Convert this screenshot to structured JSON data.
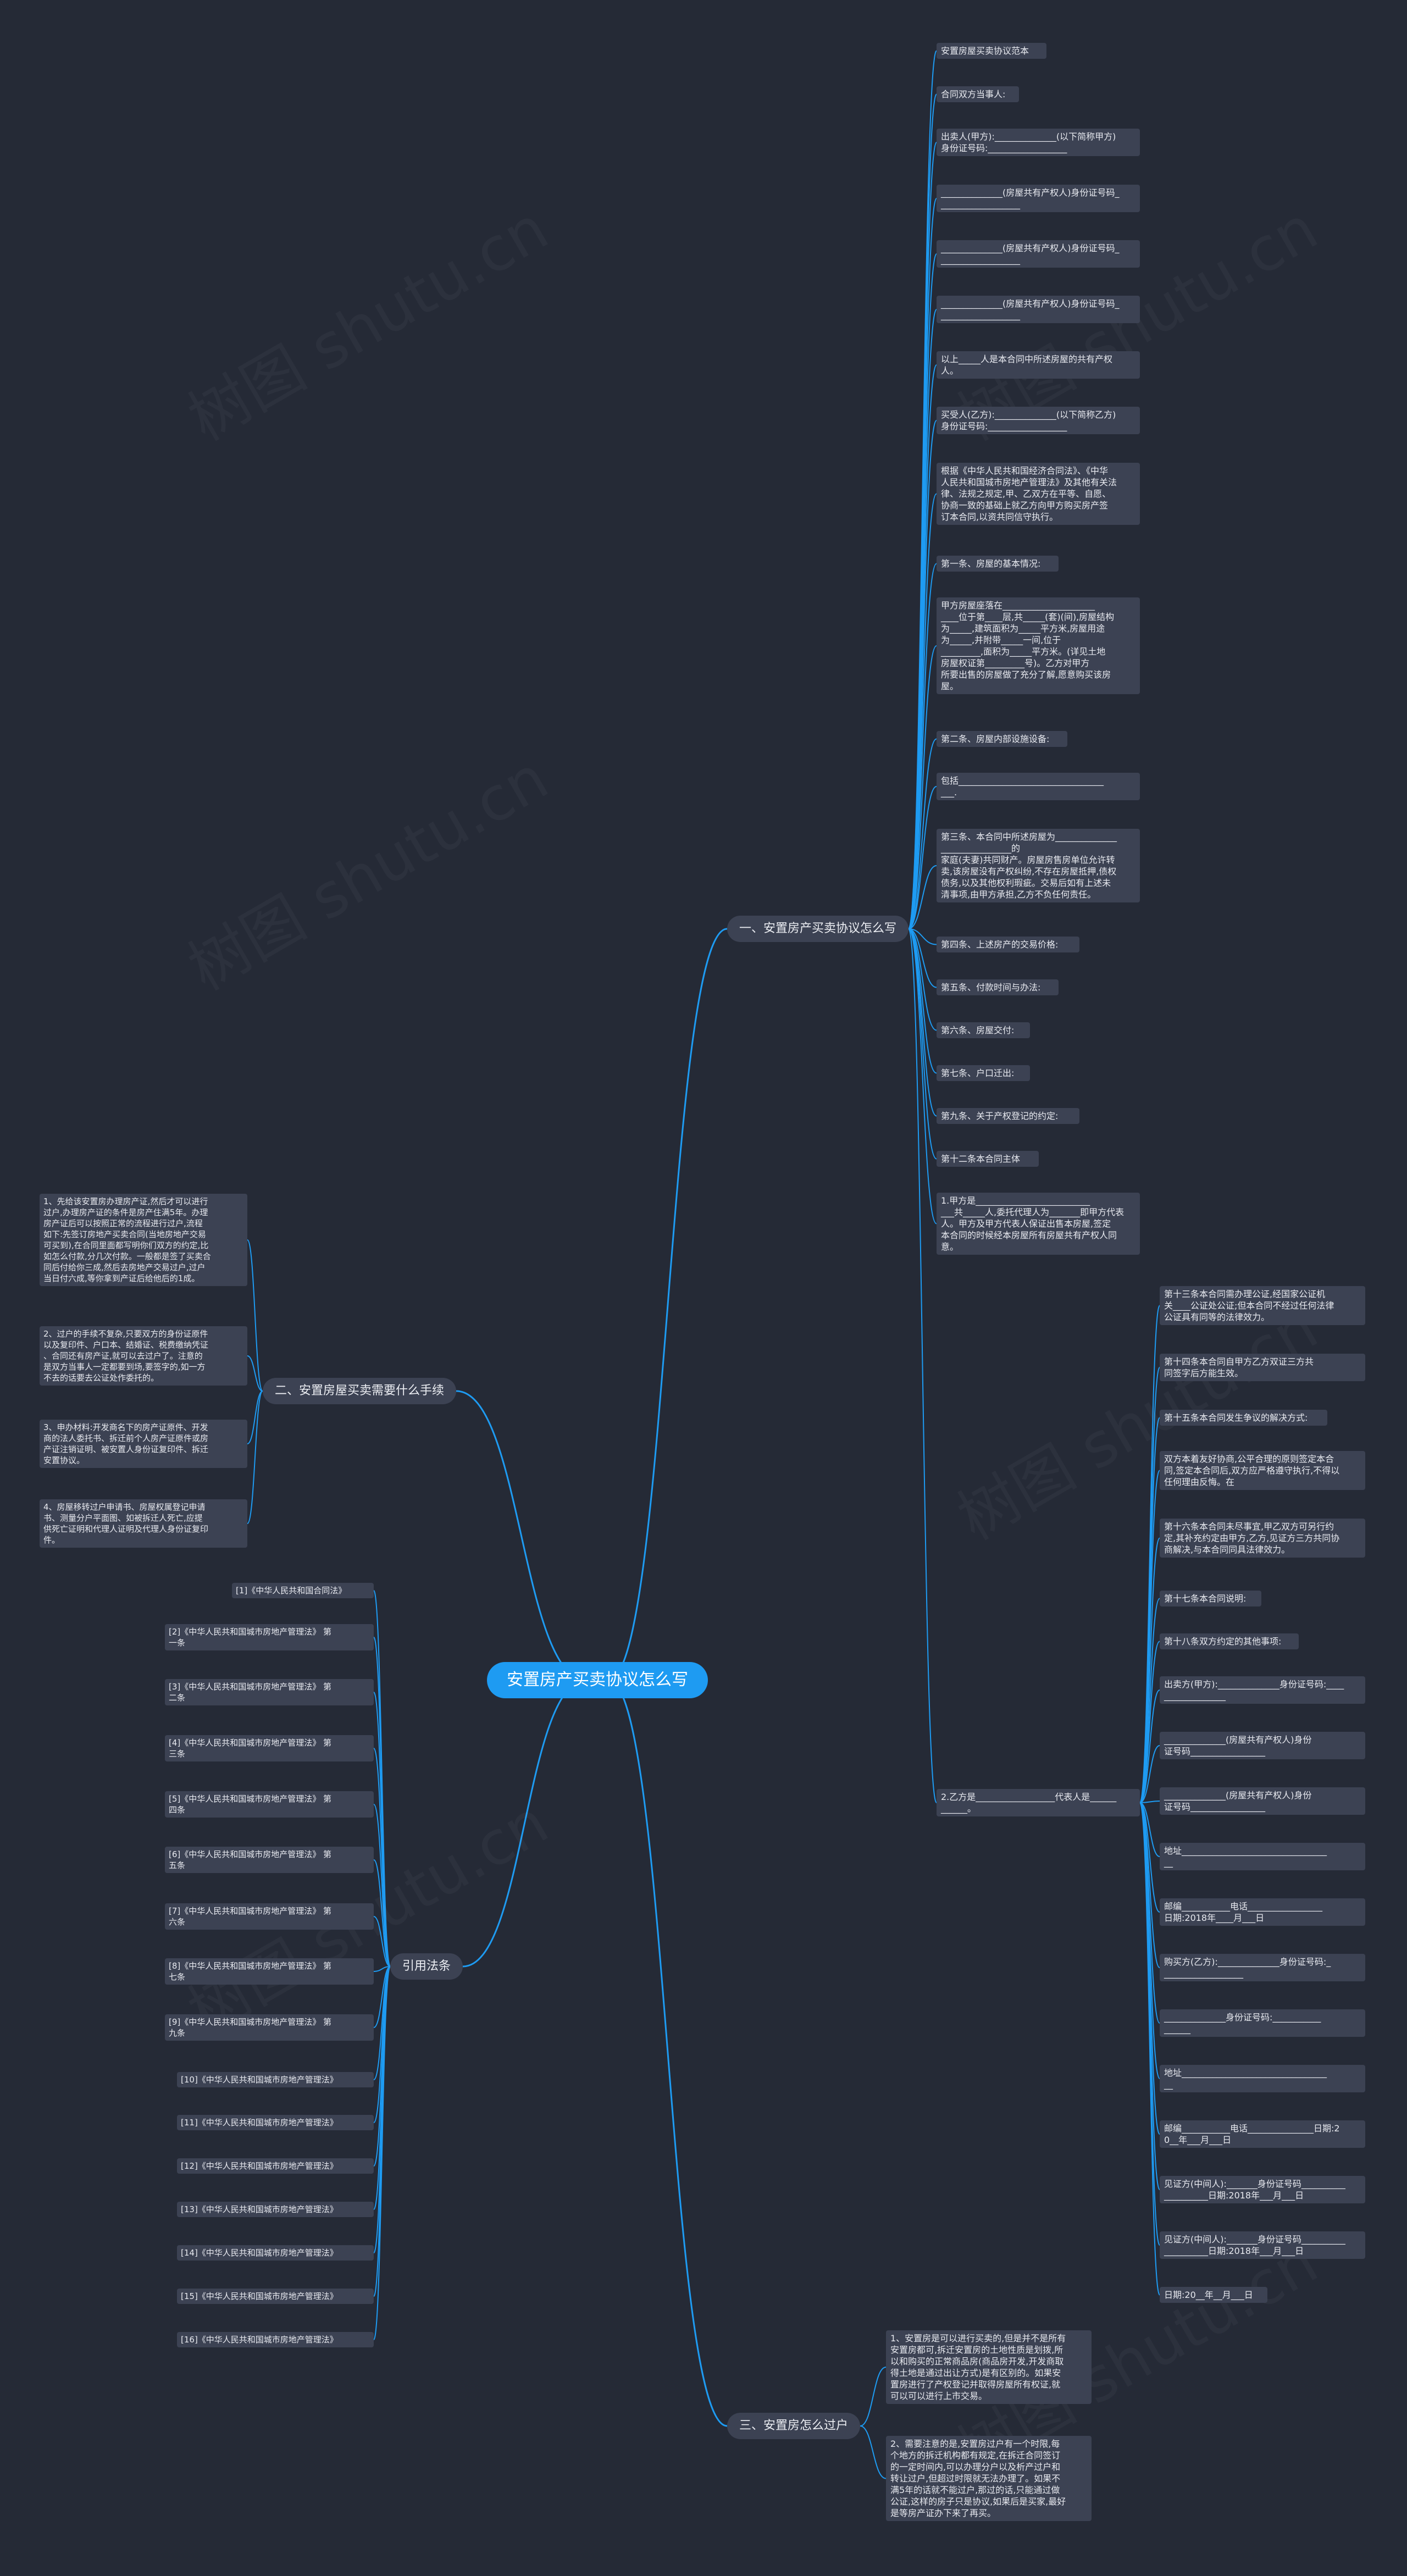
{
  "mindmap": {
    "root": "安置房产买卖协议怎么写",
    "branch1": {
      "label": "一、安置房产买卖协议怎么写",
      "items": [
        "安置房屋买卖协议范本",
        "合同双方当事人:",
        "出卖人(甲方):______________(以下简称甲方)\n身份证号码:__________________",
        "______________(房屋共有产权人)身份证号码_\n__________________",
        "______________(房屋共有产权人)身份证号码_\n__________________",
        "______________(房屋共有产权人)身份证号码_\n__________________",
        "以上_____人是本合同中所述房屋的共有产权\n人。",
        "买受人(乙方):______________(以下简称乙方)\n身份证号码:__________________",
        "根据《中华人民共和国经济合同法》、《中华\n人民共和国城市房地产管理法》及其他有关法\n律、法规之规定,甲、乙双方在平等、自愿、\n协商一致的基础上就乙方向甲方购买房产签\n订本合同,以资共同信守执行。",
        "第一条、房屋的基本情况:",
        "甲方房屋座落在_____________________\n____位于第____层,共_____(套)(间),房屋结构\n为_____,建筑面积为_____平方米,房屋用途\n为_____,并附带_____一间,位于\n_________,面积为_____平方米。(详见土地\n房屋权证第_________号)。乙方对甲方\n所要出售的房屋做了充分了解,愿意购买该房\n屋。",
        "第二条、房屋内部设施设备:",
        "包括_________________________________\n___.",
        "第三条、本合同中所述房屋为______________\n________________的\n家庭(夫妻)共同财产。房屋房售房单位允许转\n卖,该房屋没有产权纠纷,不存在房屋抵押,债权\n债务,以及其他权利瑕疵。交易后如有上述未\n清事项,由甲方承担,乙方不负任何责任。",
        "第四条、上述房产的交易价格:",
        "第五条、付款时间与办法:",
        "第六条、房屋交付:",
        "第七条、户口迁出:",
        "第九条、关于产权登记的约定:",
        "第十二条本合同主体",
        "1.甲方是__________________________\n___共_____人,委托代理人为_______即甲方代表\n人。甲方及甲方代表人保证出售本房屋,签定\n本合同的时候经本房屋所有房屋共有产权人同\n意。",
        "2.乙方是__________________代表人是______\n______。"
      ],
      "sub_items": [
        "第十三条本合同需办理公证,经国家公证机\n关____公证处公证;但本合同不经过任何法律\n公证具有同等的法律效力。",
        "第十四条本合同自甲方乙方双证三方共\n同签字后方能生效。",
        "第十五条本合同发生争议的解决方式:",
        "双方本着友好协商,公平合理的原则签定本合\n同,签定本合同后,双方应严格遵守执行,不得以\n任何理由反悔。在",
        "第十六条本合同未尽事宜,甲乙双方可另行约\n定,其补充约定由甲方,乙方,见证方三方共同协\n商解决,与本合同同具法律效力。",
        "第十七条本合同说明:",
        "第十八条双方约定的其他事项:",
        "出卖方(甲方):______________身份证号码:____\n______________",
        "______________(房屋共有产权人)身份\n证号码_________________",
        "______________(房屋共有产权人)身份\n证号码_________________",
        "地址_________________________________\n__",
        "邮编___________电话_________________\n日期:2018年____月___日",
        "购买方(乙方):______________身份证号码:_\n__________________",
        "______________身份证号码:___________\n______",
        "地址_________________________________\n__",
        "邮编___________电话_______________日期:2\n0__年___月___日",
        "见证方(中间人):_______身份证号码__________\n__________日期:2018年___月___日",
        "见证方(中间人):_______身份证号码__________\n__________日期:2018年___月___日",
        "日期:20__年__月___日"
      ]
    },
    "branch2": {
      "label": "二、安置房屋买卖需要什么手续",
      "items": [
        "1、先给该安置房办理房产证,然后才可以进行\n过户,办理房产证的条件是房产住满5年。办理\n房产证后可以按照正常的流程进行过户,流程\n如下:先签订房地产买卖合同(当地房地产交易\n可买到),在合同里面都写明你们双方的约定,比\n如怎么付款,分几次付款。一般都是签了买卖合\n同后付给你三成,然后去房地产交易过户,过户\n当日付六成,等你拿到产证后给他后的1成。",
        "2、过户的手续不复杂,只要双方的身份证原件\n以及复印件、户口本、结婚证、税费缴纳凭证\n、合同还有房产证,就可以去过户了。注意的\n是双方当事人一定都要到场,要签字的,如一方\n不去的话要去公证处作委托的。",
        "3、申办材料:开发商名下的房产证原件、开发\n商的法人委托书、拆迁前个人房产证原件或房\n产证注销证明、被安置人身份证复印件、拆迁\n安置协议。",
        "4、房屋移转过户申请书、房屋权属登记申请\n书、测量分户平面图、如被拆迁人死亡,应提\n供死亡证明和代理人证明及代理人身份证复印\n件。"
      ]
    },
    "branch3": {
      "label": "引用法条",
      "items": [
        "[1]《中华人民共和国合同法》",
        "[2]《中华人民共和国城市房地产管理法》 第\n一条",
        "[3]《中华人民共和国城市房地产管理法》 第\n二条",
        "[4]《中华人民共和国城市房地产管理法》 第\n三条",
        "[5]《中华人民共和国城市房地产管理法》 第\n四条",
        "[6]《中华人民共和国城市房地产管理法》 第\n五条",
        "[7]《中华人民共和国城市房地产管理法》 第\n六条",
        "[8]《中华人民共和国城市房地产管理法》 第\n七条",
        "[9]《中华人民共和国城市房地产管理法》 第\n九条",
        "[10]《中华人民共和国城市房地产管理法》",
        "[11]《中华人民共和国城市房地产管理法》",
        "[12]《中华人民共和国城市房地产管理法》",
        "[13]《中华人民共和国城市房地产管理法》",
        "[14]《中华人民共和国城市房地产管理法》",
        "[15]《中华人民共和国城市房地产管理法》",
        "[16]《中华人民共和国城市房地产管理法》"
      ]
    },
    "branch4": {
      "label": "三、安置房怎么过户",
      "items": [
        "1、安置房是可以进行买卖的,但是并不是所有\n安置房都可,拆迁安置房的土地性质是划拨,所\n以和购买的正常商品房(商品房开发,开发商取\n得土地是通过出让方式)是有区别的。如果安\n置房进行了产权登记并取得房屋所有权证,就\n可以可以进行上市交易。",
        "2、需要注意的是,安置房过户有一个时限,每\n个地方的拆迁机构都有规定,在拆迁合同签订\n的一定时间内,可以办理分户以及析产过户和\n转让过户,但超过时限就无法办理了。如果不\n满5年的话就不能过户,那过的话,只能通过做\n公证,这样的房子只是协议,如果后是买家,最好\n是等房产证办下来了再买。"
      ]
    }
  },
  "colors": {
    "background": "#252a36",
    "node": "#3c4253",
    "link": "#1e9bf2",
    "root": "#1e9bf2"
  }
}
